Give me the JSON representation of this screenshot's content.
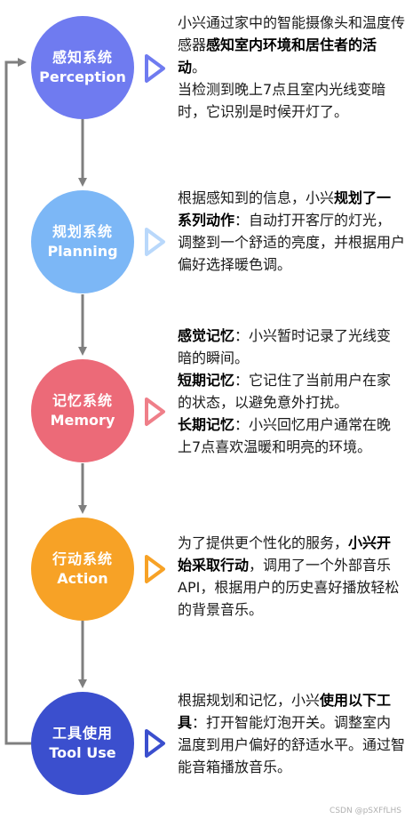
{
  "stages": [
    {
      "id": "perception",
      "name_zh": "感知系统",
      "name_en": "Perception",
      "color": "#6f7bf0",
      "arrow_color": "#6f7bf0",
      "paragraphs": [
        [
          {
            "t": "小兴通过家中的智能摄像头和温度传感器",
            "b": false
          },
          {
            "t": "感知室内环境和居住者的活动",
            "b": true
          },
          {
            "t": "。",
            "b": false
          }
        ],
        [
          {
            "t": "当检测到晚上7点且室内光线变暗时，它识别是时候开灯了。",
            "b": false
          }
        ]
      ]
    },
    {
      "id": "planning",
      "name_zh": "规划系统",
      "name_en": "Planning",
      "color": "#7cb7f6",
      "arrow_color": "#b9d8fb",
      "paragraphs": [
        [
          {
            "t": "根据感知到的信息，小兴",
            "b": false
          },
          {
            "t": "规划了一系列动作",
            "b": true
          },
          {
            "t": "：自动打开客厅的灯光，调整到一个舒适的亮度，并根据用户偏好选择暖色调。",
            "b": false
          }
        ]
      ]
    },
    {
      "id": "memory",
      "name_zh": "记忆系统",
      "name_en": "Memory",
      "color": "#ec6a78",
      "arrow_color": "#ef7f89",
      "paragraphs": [
        [
          {
            "t": "感觉记忆",
            "b": true
          },
          {
            "t": "：小兴暂时记录了光线变暗的瞬间。",
            "b": false
          }
        ],
        [
          {
            "t": "短期记忆",
            "b": true
          },
          {
            "t": "：它记住了当前用户在家的状态，以避免意外打扰。",
            "b": false
          }
        ],
        [
          {
            "t": "长期记忆",
            "b": true
          },
          {
            "t": "：小兴回忆用户通常在晚上7点喜欢温暖和明亮的环境。",
            "b": false
          }
        ]
      ]
    },
    {
      "id": "action",
      "name_zh": "行动系统",
      "name_en": "Action",
      "color": "#f7a226",
      "arrow_color": "#f7a226",
      "paragraphs": [
        [
          {
            "t": "为了提供更个性化的服务，",
            "b": false
          },
          {
            "t": "小兴开始采取行动",
            "b": true
          },
          {
            "t": "，调用了一个外部音乐API，根据用户的历史喜好播放轻松的背景音乐。",
            "b": false
          }
        ]
      ]
    },
    {
      "id": "tooluse",
      "name_zh": "工具使用",
      "name_en": "Tool Use",
      "color": "#3b4fce",
      "arrow_color": "#3b4fce",
      "paragraphs": [
        [
          {
            "t": "根据规划和记忆，小兴",
            "b": false
          },
          {
            "t": "使用以下工具",
            "b": true
          },
          {
            "t": "：打开智能灯泡开关。调整室内温度到用户偏好的舒适水平。通过智能音箱播放音乐。",
            "b": false
          }
        ]
      ]
    }
  ],
  "colors": {
    "connector": "#7f7f7f"
  },
  "watermark": "CSDN @pSXFfLHS"
}
